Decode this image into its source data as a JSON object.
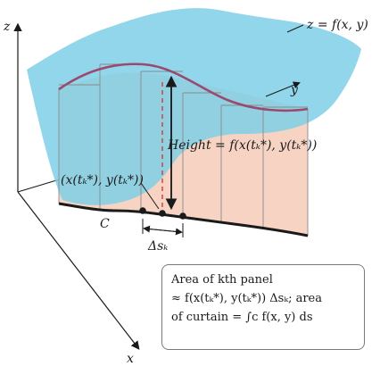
{
  "labels": {
    "z_axis": "z",
    "x_axis": "x",
    "y_axis": "y",
    "surface": "z = f(x, y)",
    "height": "Height = f(x(tₖ*), y(tₖ*))",
    "point": "(x(tₖ*), y(tₖ*))",
    "curve": "C",
    "delta_s": "Δsₖ"
  },
  "info_box": {
    "line1": "Area of kth panel",
    "line2": "≈ f(x(tₖ*), y(tₖ*)) Δsₖ; area",
    "line3": "of curtain = ∫ᴄ f(x, y) ds"
  },
  "colors": {
    "surface": "#7ecfe6",
    "curtain": "#f6d3c3",
    "curve_top": "#9a4a6e",
    "dashed": "#d23a3a",
    "ink": "#1a1a1a"
  }
}
